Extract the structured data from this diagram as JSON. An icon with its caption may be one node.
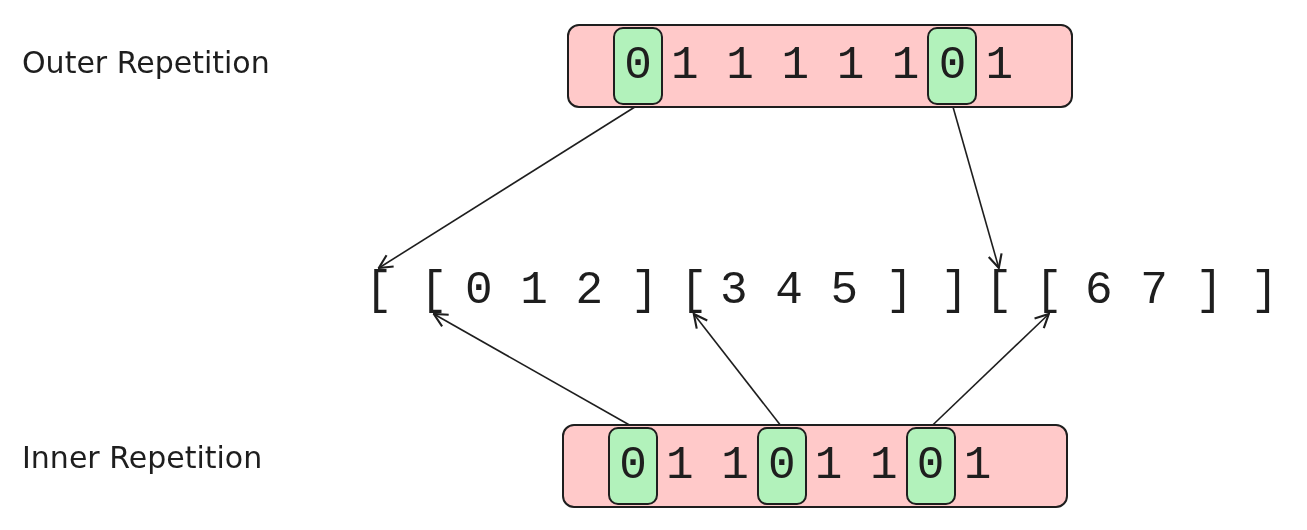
{
  "diagram": {
    "nodes": [
      {
        "text": [
          "1 1 1 1 1",
          "1"
        ]
      },
      {
        "text": [
          "0"
        ],
        "in": 0
      },
      {
        "text": [
          "0"
        ],
        "in": 0
      },
      {
        "text": [
          "["
        ]
      },
      {
        "text": [
          "["
        ]
      },
      {
        "text": [
          "["
        ]
      },
      {
        "text": [
          "["
        ]
      },
      {
        "text": [
          "["
        ]
      },
      {
        "text": [
          "1 1",
          "1 1",
          "1"
        ]
      },
      {
        "text": [
          "0"
        ],
        "in": 8
      },
      {
        "text": [
          "0"
        ],
        "in": 8
      },
      {
        "text": [
          "0"
        ],
        "in": 8
      }
    ],
    "edges": [
      {
        "from": 1,
        "to": 3,
        "arrow": "to"
      },
      {
        "from": 2,
        "to": 6,
        "arrow": "to"
      },
      {
        "from": 9,
        "to": 4,
        "arrow": "to"
      },
      {
        "from": 10,
        "to": 5,
        "arrow": "to"
      },
      {
        "from": 11,
        "to": 7,
        "arrow": "to"
      }
    ],
    "labels": [
      "Outer Repetition",
      "0 1 2 ]",
      "3 4 5 ] ]",
      "6 7 ] ]",
      "Inner Repetition"
    ]
  }
}
